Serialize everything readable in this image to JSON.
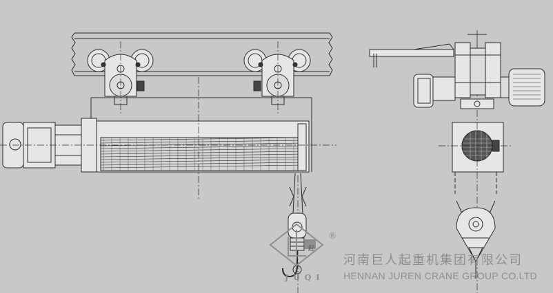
{
  "watermark": {
    "company_cn": "河南巨人起重机集团有限公司",
    "company_en": "HENNAN JUREN CRANE GROUP CO.LTD",
    "logo_letters": "JUQI",
    "logo_char": "起",
    "registered": "®"
  },
  "colors": {
    "background": "#c8c8c8",
    "line": "#2a2a2a",
    "part_fill": "#e6e6e6",
    "watermark": "#8e8e8e"
  }
}
